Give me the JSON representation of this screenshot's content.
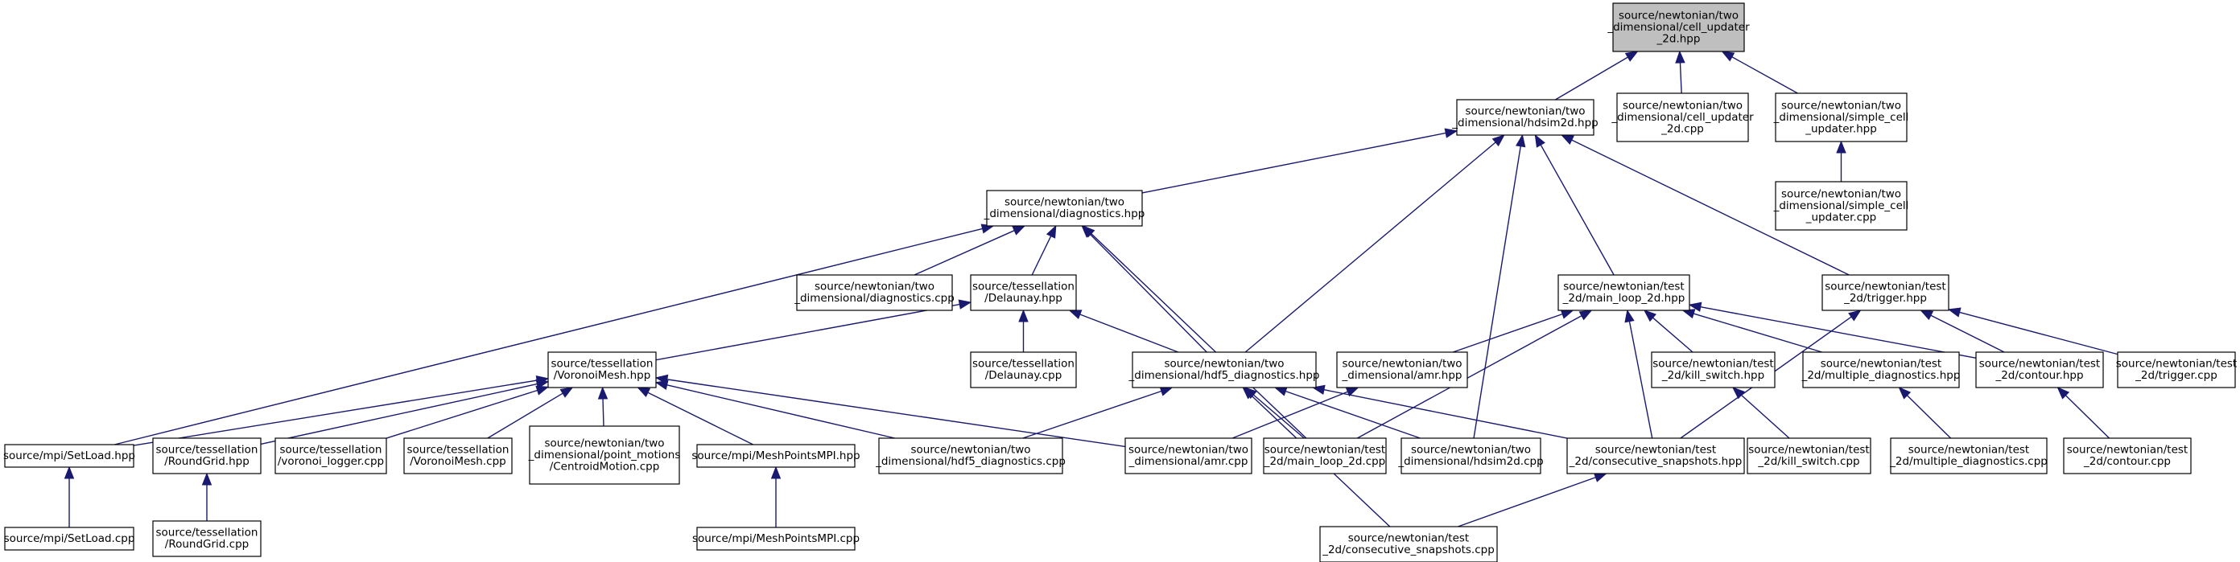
{
  "graph": {
    "title": "",
    "colors": {
      "root_fill": "#bfbfbf",
      "node_fill": "#ffffff",
      "edge": "#191970",
      "border": "#000000"
    },
    "nodes": [
      {
        "id": "cu2d_hpp",
        "lines": [
          "source/newtonian/two",
          "_dimensional/cell_updater",
          "_2d.hpp"
        ],
        "root": true
      },
      {
        "id": "hdsim2d_hpp",
        "lines": [
          "source/newtonian/two",
          "_dimensional/hdsim2d.hpp"
        ]
      },
      {
        "id": "cu2d_cpp",
        "lines": [
          "source/newtonian/two",
          "_dimensional/cell_updater",
          "_2d.cpp"
        ]
      },
      {
        "id": "simple_hpp",
        "lines": [
          "source/newtonian/two",
          "_dimensional/simple_cell",
          "_updater.hpp"
        ]
      },
      {
        "id": "simple_cpp",
        "lines": [
          "source/newtonian/two",
          "_dimensional/simple_cell",
          "_updater.cpp"
        ]
      },
      {
        "id": "diag_hpp",
        "lines": [
          "source/newtonian/two",
          "_dimensional/diagnostics.hpp"
        ]
      },
      {
        "id": "diag_cpp",
        "lines": [
          "source/newtonian/two",
          "_dimensional/diagnostics.cpp"
        ]
      },
      {
        "id": "delaunay_hpp",
        "lines": [
          "source/tessellation",
          "/Delaunay.hpp"
        ]
      },
      {
        "id": "delaunay_cpp",
        "lines": [
          "source/tessellation",
          "/Delaunay.cpp"
        ]
      },
      {
        "id": "mainloop_hpp",
        "lines": [
          "source/newtonian/test",
          "_2d/main_loop_2d.hpp"
        ]
      },
      {
        "id": "trigger_hpp",
        "lines": [
          "source/newtonian/test",
          "_2d/trigger.hpp"
        ]
      },
      {
        "id": "voronoi_hpp",
        "lines": [
          "source/tessellation",
          "/VoronoiMesh.hpp"
        ]
      },
      {
        "id": "hdf5_hpp",
        "lines": [
          "source/newtonian/two",
          "_dimensional/hdf5_diagnostics.hpp"
        ]
      },
      {
        "id": "amr_hpp",
        "lines": [
          "source/newtonian/two",
          "_dimensional/amr.hpp"
        ]
      },
      {
        "id": "killswitch_hpp",
        "lines": [
          "source/newtonian/test",
          "_2d/kill_switch.hpp"
        ]
      },
      {
        "id": "multidiag_hpp",
        "lines": [
          "source/newtonian/test",
          "_2d/multiple_diagnostics.hpp"
        ]
      },
      {
        "id": "contour_hpp",
        "lines": [
          "source/newtonian/test",
          "_2d/contour.hpp"
        ]
      },
      {
        "id": "trigger_cpp",
        "lines": [
          "source/newtonian/test",
          "_2d/trigger.cpp"
        ]
      },
      {
        "id": "setload_hpp",
        "lines": [
          "source/mpi/SetLoad.hpp"
        ]
      },
      {
        "id": "roundgrid_hpp",
        "lines": [
          "source/tessellation",
          "/RoundGrid.hpp"
        ]
      },
      {
        "id": "vlogger_cpp",
        "lines": [
          "source/tessellation",
          "/voronoi_logger.cpp"
        ]
      },
      {
        "id": "voronoi_cpp",
        "lines": [
          "source/tessellation",
          "/VoronoiMesh.cpp"
        ]
      },
      {
        "id": "centroid_cpp",
        "lines": [
          "source/newtonian/two",
          "_dimensional/point_motions",
          "/CentroidMotion.cpp"
        ]
      },
      {
        "id": "meshmpi_hpp",
        "lines": [
          "source/mpi/MeshPointsMPI.hpp"
        ]
      },
      {
        "id": "hdf5_cpp",
        "lines": [
          "source/newtonian/two",
          "_dimensional/hdf5_diagnostics.cpp"
        ]
      },
      {
        "id": "amr_cpp",
        "lines": [
          "source/newtonian/two",
          "_dimensional/amr.cpp"
        ]
      },
      {
        "id": "mainloop_cpp",
        "lines": [
          "source/newtonian/test",
          "_2d/main_loop_2d.cpp"
        ]
      },
      {
        "id": "hdsim2d_cpp",
        "lines": [
          "source/newtonian/two",
          "_dimensional/hdsim2d.cpp"
        ]
      },
      {
        "id": "consec_hpp",
        "lines": [
          "source/newtonian/test",
          "_2d/consecutive_snapshots.hpp"
        ]
      },
      {
        "id": "killswitch_cpp",
        "lines": [
          "source/newtonian/test",
          "_2d/kill_switch.cpp"
        ]
      },
      {
        "id": "multidiag_cpp",
        "lines": [
          "source/newtonian/test",
          "_2d/multiple_diagnostics.cpp"
        ]
      },
      {
        "id": "contour_cpp",
        "lines": [
          "source/newtonian/test",
          "_2d/contour.cpp"
        ]
      },
      {
        "id": "setload_cpp",
        "lines": [
          "source/mpi/SetLoad.cpp"
        ]
      },
      {
        "id": "roundgrid_cpp",
        "lines": [
          "source/tessellation",
          "/RoundGrid.cpp"
        ]
      },
      {
        "id": "meshmpi_cpp",
        "lines": [
          "source/mpi/MeshPointsMPI.cpp"
        ]
      },
      {
        "id": "consec_cpp",
        "lines": [
          "source/newtonian/test",
          "_2d/consecutive_snapshots.cpp"
        ]
      }
    ],
    "edges": [
      [
        "hdsim2d_hpp",
        "cu2d_hpp"
      ],
      [
        "cu2d_cpp",
        "cu2d_hpp"
      ],
      [
        "simple_hpp",
        "cu2d_hpp"
      ],
      [
        "simple_cpp",
        "simple_hpp"
      ],
      [
        "diag_hpp",
        "hdsim2d_hpp"
      ],
      [
        "hdf5_hpp",
        "hdsim2d_hpp"
      ],
      [
        "mainloop_hpp",
        "hdsim2d_hpp"
      ],
      [
        "trigger_hpp",
        "hdsim2d_hpp"
      ],
      [
        "hdsim2d_cpp",
        "hdsim2d_hpp"
      ],
      [
        "setload_hpp",
        "diag_hpp"
      ],
      [
        "diag_cpp",
        "diag_hpp"
      ],
      [
        "delaunay_hpp",
        "diag_hpp"
      ],
      [
        "hdf5_hpp",
        "diag_hpp"
      ],
      [
        "mainloop_cpp",
        "diag_hpp"
      ],
      [
        "voronoi_hpp",
        "delaunay_hpp"
      ],
      [
        "delaunay_cpp",
        "delaunay_hpp"
      ],
      [
        "hdf5_hpp",
        "delaunay_hpp"
      ],
      [
        "setload_hpp",
        "voronoi_hpp"
      ],
      [
        "roundgrid_hpp",
        "voronoi_hpp"
      ],
      [
        "vlogger_cpp",
        "voronoi_hpp"
      ],
      [
        "voronoi_cpp",
        "voronoi_hpp"
      ],
      [
        "centroid_cpp",
        "voronoi_hpp"
      ],
      [
        "meshmpi_hpp",
        "voronoi_hpp"
      ],
      [
        "hdf5_cpp",
        "voronoi_hpp"
      ],
      [
        "amr_cpp",
        "voronoi_hpp"
      ],
      [
        "setload_cpp",
        "setload_hpp"
      ],
      [
        "roundgrid_cpp",
        "roundgrid_hpp"
      ],
      [
        "meshmpi_cpp",
        "meshmpi_hpp"
      ],
      [
        "hdf5_cpp",
        "hdf5_hpp"
      ],
      [
        "mainloop_cpp",
        "hdf5_hpp"
      ],
      [
        "hdsim2d_cpp",
        "hdf5_hpp"
      ],
      [
        "consec_hpp",
        "hdf5_hpp"
      ],
      [
        "consec_cpp",
        "hdf5_hpp"
      ],
      [
        "amr_hpp",
        "mainloop_hpp"
      ],
      [
        "mainloop_cpp",
        "mainloop_hpp"
      ],
      [
        "consec_hpp",
        "mainloop_hpp"
      ],
      [
        "killswitch_hpp",
        "mainloop_hpp"
      ],
      [
        "multidiag_hpp",
        "mainloop_hpp"
      ],
      [
        "contour_hpp",
        "mainloop_hpp"
      ],
      [
        "amr_cpp",
        "amr_hpp"
      ],
      [
        "killswitch_cpp",
        "killswitch_hpp"
      ],
      [
        "multidiag_cpp",
        "multidiag_hpp"
      ],
      [
        "contour_cpp",
        "contour_hpp"
      ],
      [
        "consec_cpp",
        "consec_hpp"
      ],
      [
        "consec_hpp",
        "trigger_hpp"
      ],
      [
        "contour_hpp",
        "trigger_hpp"
      ],
      [
        "trigger_cpp",
        "trigger_hpp"
      ]
    ]
  }
}
